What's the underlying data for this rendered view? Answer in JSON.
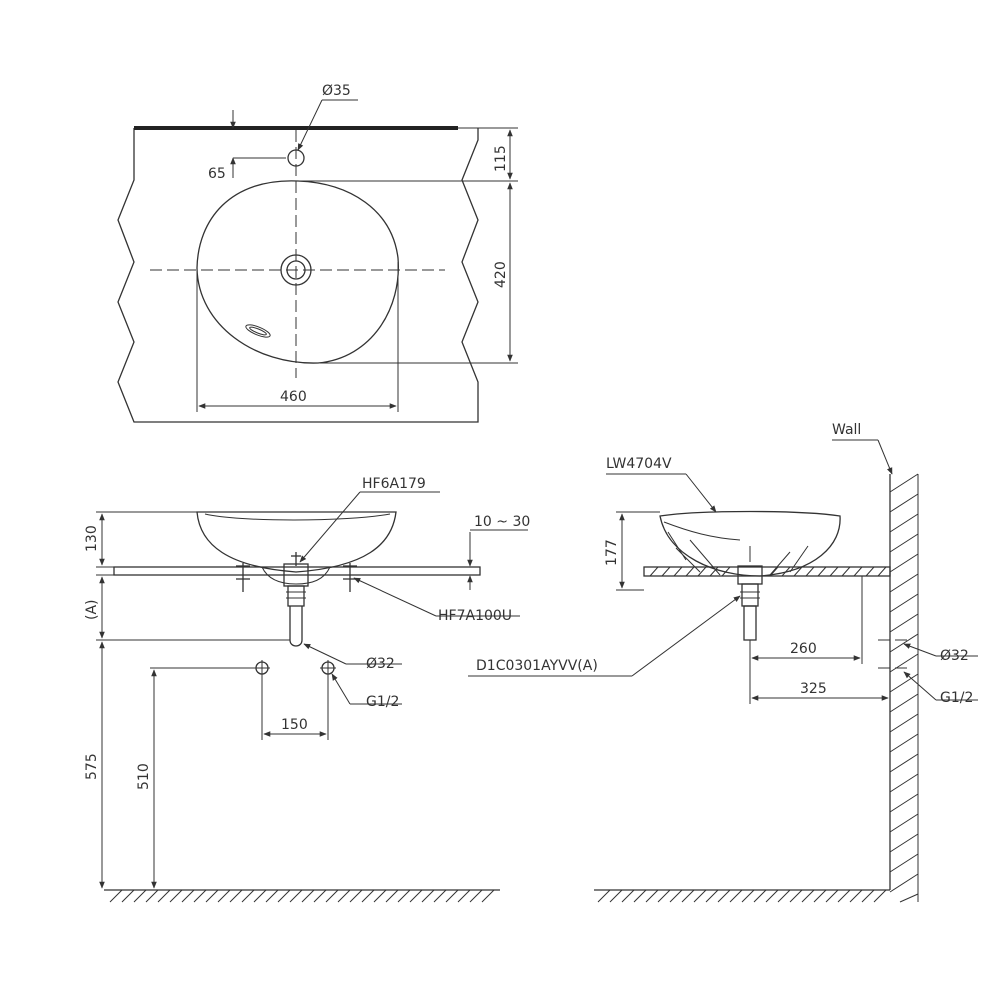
{
  "top_view": {
    "faucet_hole_label": "Ø35",
    "faucet_offset_label": "65",
    "dim_115": "115",
    "dim_420": "420",
    "dim_460": "460"
  },
  "front_view": {
    "dim_130": "130",
    "dim_A": "(A)",
    "dim_575": "575",
    "dim_510": "510",
    "dim_150": "150",
    "dim_10_30": "10 ~ 30",
    "drain_label": "HF6A179",
    "bracket_label": "HF7A100U",
    "outlet_label": "Ø32",
    "supply_label": "G1/2"
  },
  "side_view": {
    "wall_label": "Wall",
    "basin_label": "LW4704V",
    "dim_177": "177",
    "trap_label": "D1C0301AYVV(A)",
    "dim_260": "260",
    "dim_325": "325",
    "outlet_label": "Ø32",
    "supply_label": "G1/2"
  }
}
